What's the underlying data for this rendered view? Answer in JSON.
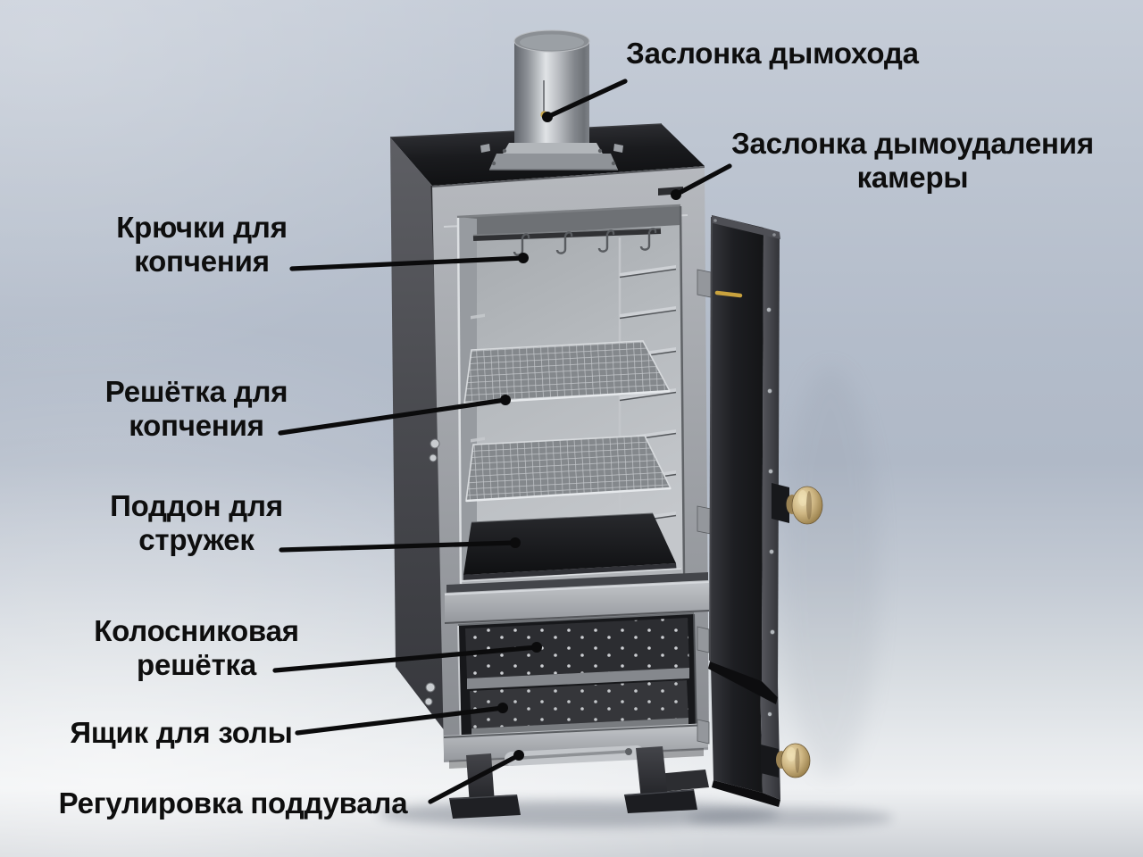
{
  "labels": {
    "chimney_damper": "Заслонка дымохода",
    "chamber_smoke_damper": "Заслонка дымоудаления камеры",
    "smoking_hooks": "Крючки для копчения",
    "smoking_grate": "Решётка для копчения",
    "chip_tray": "Поддон для стружек",
    "fire_grate": "Колосниковая решётка",
    "ash_box": "Ящик для золы",
    "air_vent_control": "Регулировка поддувала"
  },
  "colors": {
    "label_text": "#0e0e0e",
    "pointer_line": "#0b0b0c",
    "brass_knob": "#c6ab72",
    "gold_marker": "#c9a23e",
    "cabinet_dark": "#1b1c1f",
    "steel_frame": "#a9adb2",
    "background_top": "#c6cdd8",
    "background_floor": "#edeff1"
  }
}
